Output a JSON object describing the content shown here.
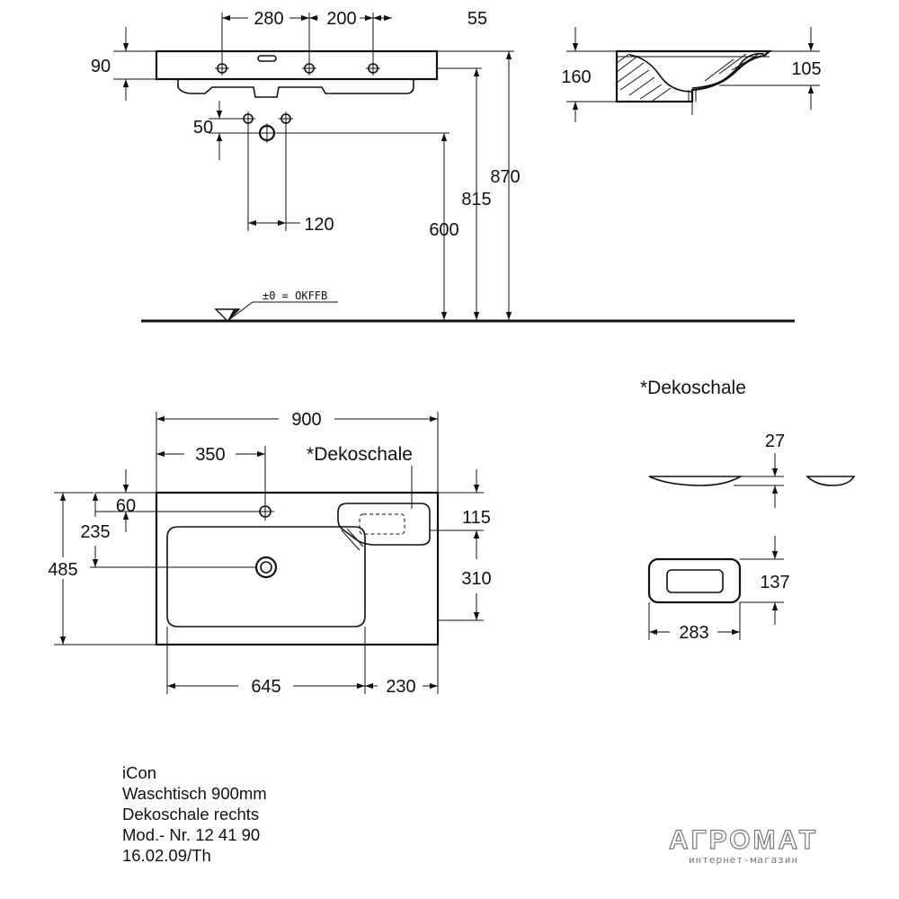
{
  "front_view": {
    "dims": {
      "d280": "280",
      "d200": "200",
      "d55": "55",
      "d90": "90",
      "d50": "50",
      "d120": "120",
      "d600": "600",
      "d815": "815",
      "d870": "870"
    },
    "floor_label": "±0 = OKFFB"
  },
  "side_view": {
    "dims": {
      "d160": "160",
      "d105": "105"
    }
  },
  "top_view": {
    "dims": {
      "d900": "900",
      "d350": "350",
      "d60": "60",
      "d235": "235",
      "d485": "485",
      "d115": "115",
      "d310": "310",
      "d645": "645",
      "d230": "230"
    },
    "tray_label": "*Dekoschale"
  },
  "dekoschale_detail": {
    "title": "*Dekoschale",
    "dims": {
      "d27": "27",
      "d137": "137",
      "d283": "283"
    }
  },
  "info_block": {
    "lines": [
      "iCon",
      "Waschtisch 900mm",
      "Dekoschale rechts",
      "Mod.- Nr. 12 41 90",
      "16.02.09/Th"
    ]
  },
  "watermark": {
    "main": "АГРОМАТ",
    "sub": "интернет-магазин"
  },
  "colors": {
    "line": "#111111",
    "background": "#ffffff",
    "watermark": "#7a7a7a"
  }
}
